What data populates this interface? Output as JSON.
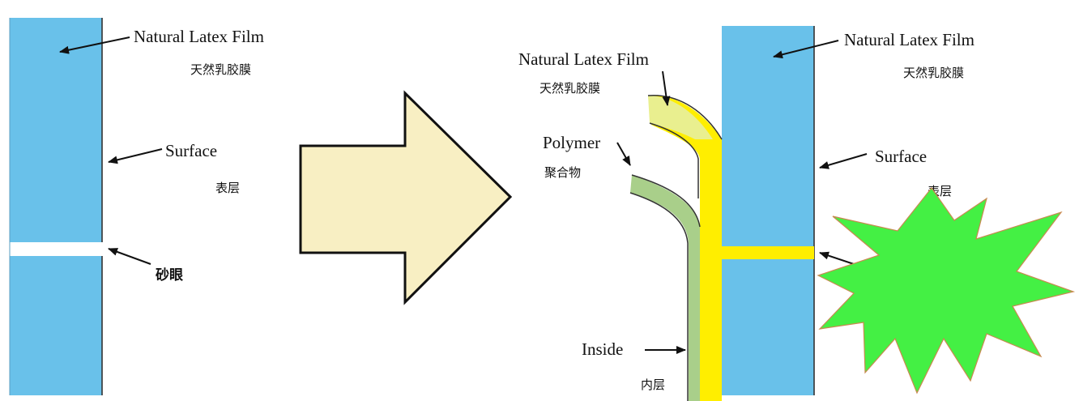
{
  "colors": {
    "film_blue": "#69c1ea",
    "arrow_fill": "#f8efc3",
    "coating_yellow": "#ffee00",
    "polymer_green": "#a9cf8a",
    "latex_pale": "#e9ef8f",
    "burst_green": "#44f044",
    "burst_outline": "#c88a50"
  },
  "left": {
    "film_label_en": "Natural Latex Film",
    "film_label_zh": "天然乳胶膜",
    "surface_label_en": "Surface",
    "surface_label_zh": "表层",
    "pinhole_label_zh": "砂眼"
  },
  "right": {
    "film_label_en": "Natural Latex Film",
    "film_label_zh": "天然乳胶膜",
    "inner_film_label_en": "Natural Latex Film",
    "inner_film_label_zh": "天然乳胶膜",
    "polymer_label_en": "Polymer",
    "polymer_label_zh": "聚合物",
    "surface_label_en": "Surface",
    "surface_label_zh": "表层",
    "inside_label_en": "Inside",
    "inside_label_zh": "内层"
  }
}
